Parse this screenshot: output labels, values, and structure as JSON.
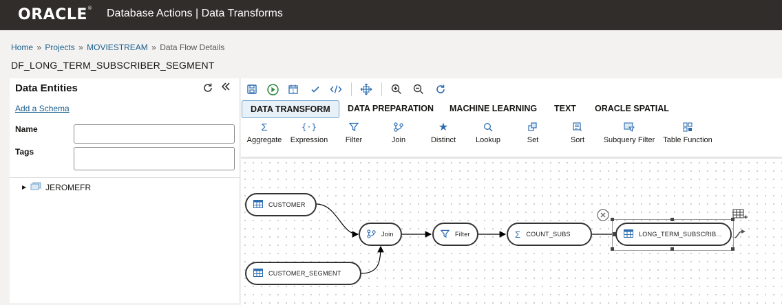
{
  "header": {
    "brand": "ORACLE",
    "trademark": "®",
    "title": "Database Actions | Data Transforms"
  },
  "breadcrumb": {
    "home": "Home",
    "projects": "Projects",
    "project": "MOVIESTREAM",
    "separator": "»",
    "current": "Data Flow Details"
  },
  "page_title": "DF_LONG_TERM_SUBSCRIBER_SEGMENT",
  "left_panel": {
    "title": "Data Entities",
    "add_schema": "Add a Schema",
    "name_label": "Name",
    "name_value": "",
    "tags_label": "Tags",
    "tags_value": "",
    "tree": [
      {
        "label": "JEROMEFR"
      }
    ],
    "icons": [
      "refresh-icon",
      "collapse-double-chevron-icon"
    ]
  },
  "toolbar_icons": [
    "save-icon",
    "run-icon",
    "schedule-icon",
    "validate-icon",
    "code-icon",
    "fit-icon",
    "zoom-in-icon",
    "zoom-out-icon",
    "reset-icon"
  ],
  "tabs": [
    "DATA TRANSFORM",
    "DATA PREPARATION",
    "MACHINE LEARNING",
    "TEXT",
    "ORACLE SPATIAL"
  ],
  "active_tab": "DATA TRANSFORM",
  "tools": [
    {
      "label": "Aggregate",
      "icon": "sigma-icon"
    },
    {
      "label": "Expression",
      "icon": "braces-icon"
    },
    {
      "label": "Filter",
      "icon": "funnel-icon"
    },
    {
      "label": "Join",
      "icon": "join-icon"
    },
    {
      "label": "Distinct",
      "icon": "star-icon"
    },
    {
      "label": "Lookup",
      "icon": "magnifier-icon"
    },
    {
      "label": "Set",
      "icon": "set-icon"
    },
    {
      "label": "Sort",
      "icon": "sort-icon"
    },
    {
      "label": "Subquery Filter",
      "icon": "subquery-filter-icon"
    },
    {
      "label": "Table Function",
      "icon": "table-function-icon"
    }
  ],
  "nodes": [
    {
      "label": "CUSTOMER",
      "icon": "table-icon"
    },
    {
      "label": "CUSTOMER_SEGMENT",
      "icon": "table-icon"
    },
    {
      "label": "Join",
      "icon": "join-icon"
    },
    {
      "label": "Filter",
      "icon": "funnel-icon"
    },
    {
      "label": "COUNT_SUBS",
      "icon": "sigma-icon"
    },
    {
      "label": "LONG_TERM_SUBSCRIB...",
      "icon": "table-icon"
    }
  ],
  "colors": {
    "topbar": "#312d2a",
    "link": "#1a5f8b",
    "accent_blue": "#2b6cb0",
    "run_green": "#2e8b3e",
    "active_tab_bg": "#e9f1f8"
  }
}
